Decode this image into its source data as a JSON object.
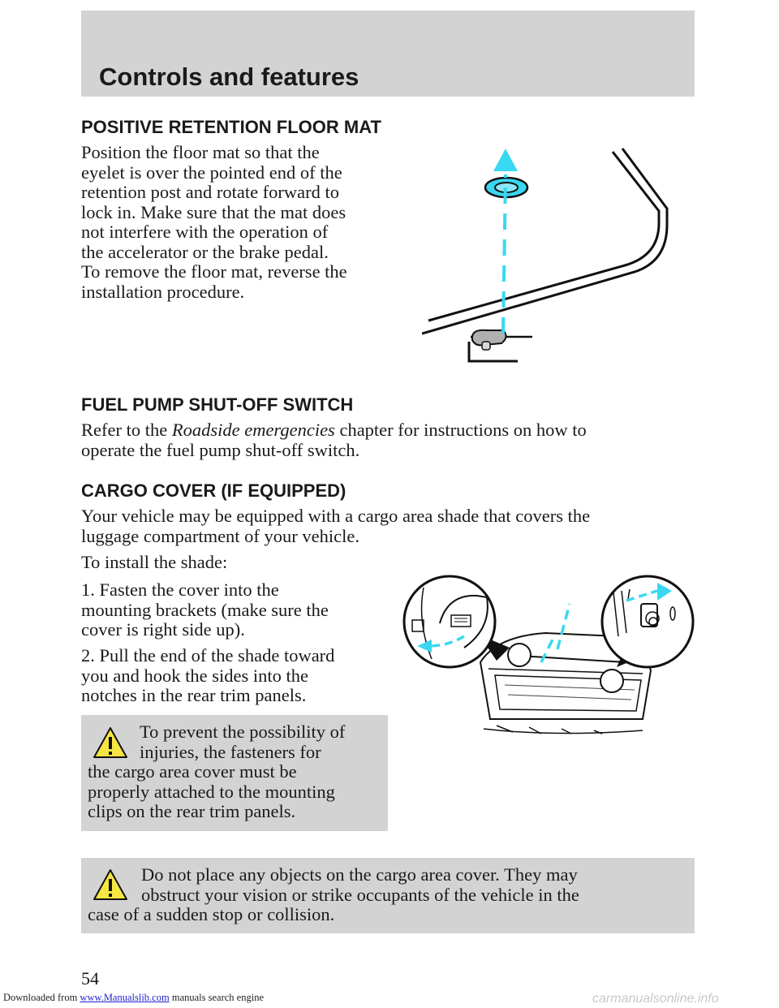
{
  "header": {
    "title": "Controls and features"
  },
  "sections": {
    "floor_mat": {
      "heading": "POSITIVE RETENTION FLOOR MAT",
      "lines": [
        "Position the floor mat so that the",
        "eyelet is over the pointed end of the",
        "retention post and rotate forward to",
        "lock in. Make sure that the mat does",
        "not interfere with the operation of",
        "the accelerator or the brake pedal.",
        "To remove the floor mat, reverse the",
        "installation procedure."
      ]
    },
    "fuel_pump": {
      "heading": "FUEL PUMP SHUT-OFF SWITCH",
      "text_before": "Refer to the ",
      "text_italic": "Roadside emergencies",
      "text_after": " chapter for instructions on how to",
      "line2": "operate the fuel pump shut-off switch."
    },
    "cargo_cover": {
      "heading": "CARGO COVER (IF EQUIPPED)",
      "intro_lines": [
        "Your vehicle may be equipped with a cargo area shade that covers the",
        "luggage compartment of your vehicle."
      ],
      "install_intro": "To install the shade:",
      "step1_lines": [
        "1. Fasten the cover into the",
        "mounting brackets (make sure the",
        "cover is right side up)."
      ],
      "step2_lines": [
        "2. Pull the end of the shade toward",
        "you and hook the sides into the",
        "notches in the rear trim panels."
      ],
      "warning1_lines": [
        "To prevent the possibility of",
        "injuries, the fasteners for",
        "the cargo area cover must be",
        "properly attached to the mounting",
        "clips on the rear trim panels."
      ],
      "warning2_lines": [
        "Do not place any objects on the cargo area cover. They may",
        "obstruct your vision or strike occupants of the vehicle in the",
        "case of a sudden stop or collision."
      ]
    }
  },
  "page_number": "54",
  "footer": {
    "prefix": "Downloaded from ",
    "link": "www.Manualslib.com",
    "suffix": " manuals search engine"
  },
  "watermark": "carmanualsonline.info",
  "colors": {
    "accent_cyan": "#38d8f0",
    "header_gray": "#d3d3d3",
    "warning_yellow": "#f5e642"
  }
}
